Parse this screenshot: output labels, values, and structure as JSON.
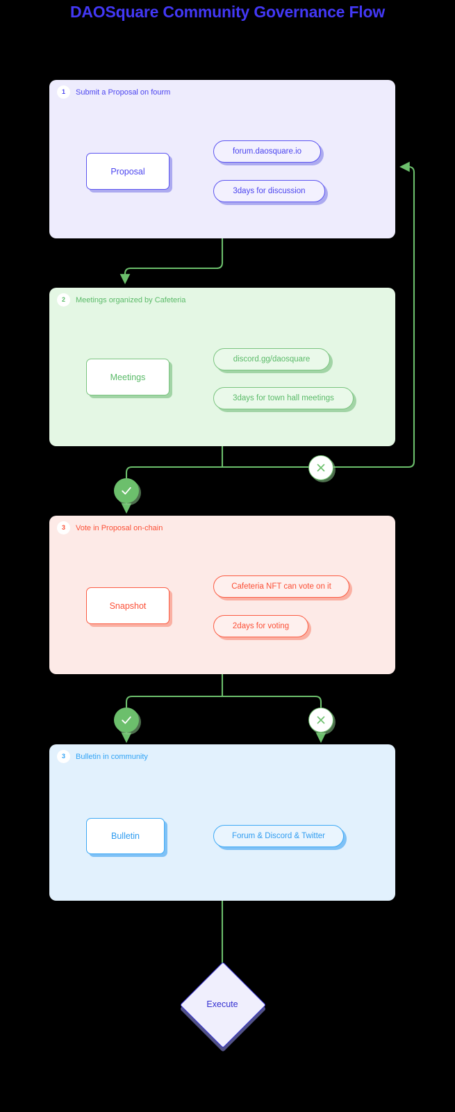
{
  "title": "DAOSquare Community Governance Flow",
  "colors": {
    "background": "#000000",
    "title": "#4338f5",
    "edge": "#6cbf6c",
    "purple": "#4b44ef",
    "green": "#5aba68",
    "red": "#fb4f36",
    "blue": "#31a3f5"
  },
  "groups": [
    {
      "badge": "1",
      "title": "Submit a Proposal on fourm",
      "node": "Proposal",
      "pills": [
        "forum.daosquare.io",
        "3days for discussion"
      ]
    },
    {
      "badge": "2",
      "title": "Meetings organized by Cafeteria",
      "node": "Meetings",
      "pills": [
        "discord.gg/daosquare",
        "3days for town hall meetings"
      ]
    },
    {
      "badge": "3",
      "title": "Vote in Proposal on-chain",
      "node": "Snapshot",
      "pills": [
        "Cafeteria NFT can vote on it",
        "2days for voting"
      ]
    },
    {
      "badge": "3",
      "title": "Bulletin in community",
      "node": "Bulletin",
      "pills": [
        "Forum & Discord & Twitter"
      ]
    }
  ],
  "decisions": [
    {
      "id": "meetings-yes",
      "icon": "check-icon",
      "kind": "yes"
    },
    {
      "id": "meetings-no",
      "icon": "cross-icon",
      "kind": "no"
    },
    {
      "id": "vote-yes",
      "icon": "check-icon",
      "kind": "yes"
    },
    {
      "id": "vote-no",
      "icon": "cross-icon",
      "kind": "no"
    }
  ],
  "terminal": {
    "label": "Execute",
    "shape": "diamond"
  }
}
